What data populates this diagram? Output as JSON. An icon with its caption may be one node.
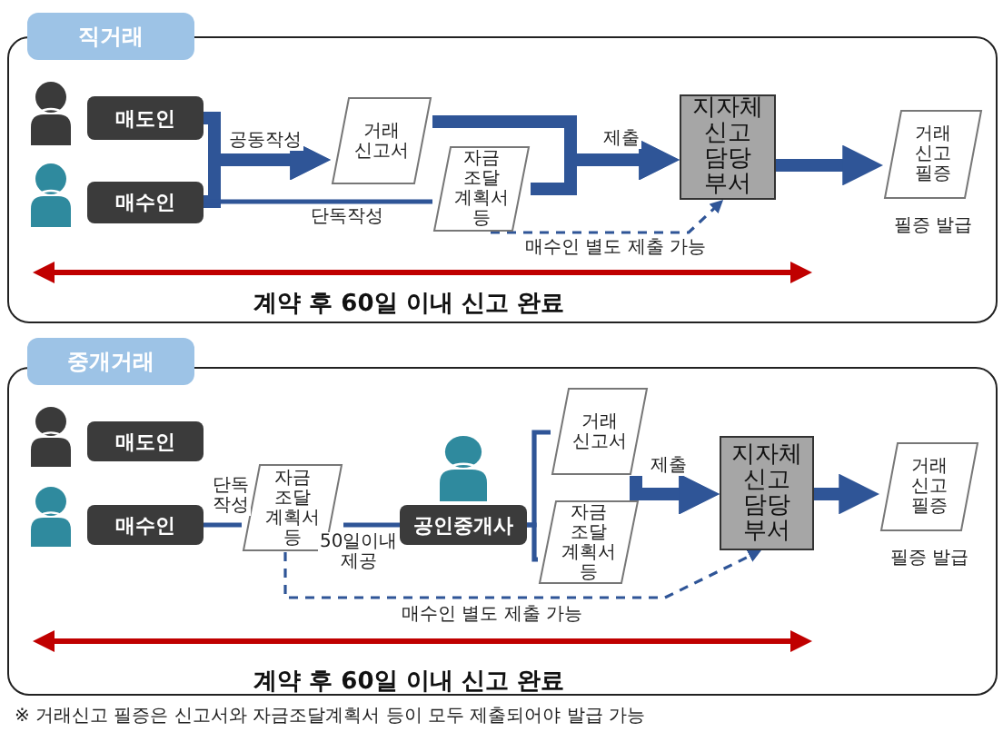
{
  "diagram": {
    "nodes": [
      {
        "text": [
          "직거래"
        ]
      },
      {
        "text": [],
        "shape": "person",
        "in": 0
      },
      {
        "text": [
          "매도인"
        ],
        "in": 0
      },
      {
        "text": [],
        "shape": "person",
        "in": 0
      },
      {
        "text": [
          "매수인"
        ],
        "in": 0
      },
      {
        "text": [
          "거래 신고서"
        ],
        "in": 0
      },
      {
        "text": [
          "자금 조달 계획서 등"
        ],
        "in": 0
      },
      {
        "text": [
          "지자체 신고 담당 부서"
        ],
        "in": 0
      },
      {
        "text": [
          "거래 신고 필증"
        ],
        "beside": [
          "필증 발급"
        ],
        "in": 0
      },
      {
        "text": [
          "중개거래"
        ]
      },
      {
        "text": [],
        "shape": "person",
        "in": 9
      },
      {
        "text": [
          "매도인"
        ],
        "in": 9
      },
      {
        "text": [],
        "shape": "person",
        "in": 9
      },
      {
        "text": [
          "매수인"
        ],
        "in": 9
      },
      {
        "text": [
          "자금 조달 계획서 등"
        ],
        "in": 9
      },
      {
        "text": [],
        "shape": "person",
        "in": 9
      },
      {
        "text": [
          "공인중개사"
        ],
        "in": 9
      },
      {
        "text": [
          "거래 신고서"
        ],
        "in": 9
      },
      {
        "text": [
          "자금 조달 계획서 등"
        ],
        "in": 9
      },
      {
        "text": [
          "지자체 신고 담당 부서"
        ],
        "in": 9
      },
      {
        "text": [
          "거래 신고 필증"
        ],
        "beside": [
          "필증 발급"
        ],
        "in": 9
      }
    ],
    "edges": [
      {
        "from": 2,
        "to": 5,
        "arrow": "to",
        "label": "공동작성"
      },
      {
        "from": 4,
        "to": 5,
        "arrow": "to"
      },
      {
        "from": 4,
        "to": 6,
        "arrow": "none",
        "label": "단독작성"
      },
      {
        "from": 5,
        "to": 7,
        "arrow": "to",
        "label": "제출"
      },
      {
        "from": 6,
        "to": 7,
        "arrow": "to"
      },
      {
        "from": 6,
        "to": 7,
        "arrow": "to",
        "style": "dashed",
        "label": "매수인 별도 제출 가능"
      },
      {
        "from": 7,
        "to": 8,
        "arrow": "to"
      },
      {
        "from": 13,
        "to": 14,
        "arrow": "none",
        "label": "단독 작성"
      },
      {
        "from": 14,
        "to": 16,
        "arrow": "none",
        "label": "50일이내 제공"
      },
      {
        "from": 16,
        "to": 17,
        "arrow": "none"
      },
      {
        "from": 16,
        "to": 18,
        "arrow": "none"
      },
      {
        "from": 17,
        "to": 19,
        "arrow": "to",
        "label": "제출"
      },
      {
        "from": 18,
        "to": 19,
        "arrow": "to"
      },
      {
        "from": 19,
        "to": 20,
        "arrow": "to"
      },
      {
        "from": 14,
        "to": 19,
        "arrow": "to",
        "style": "dashed",
        "label": "매수인 별도 제출 가능"
      }
    ],
    "labels": [
      "계약 후 60일 이내 신고 완료",
      "계약 후 60일 이내 신고 완료",
      "※ 거래신고 필증은 신고서와 자금조달계획서 등이 모두 제출되어야 발급 가능"
    ]
  }
}
